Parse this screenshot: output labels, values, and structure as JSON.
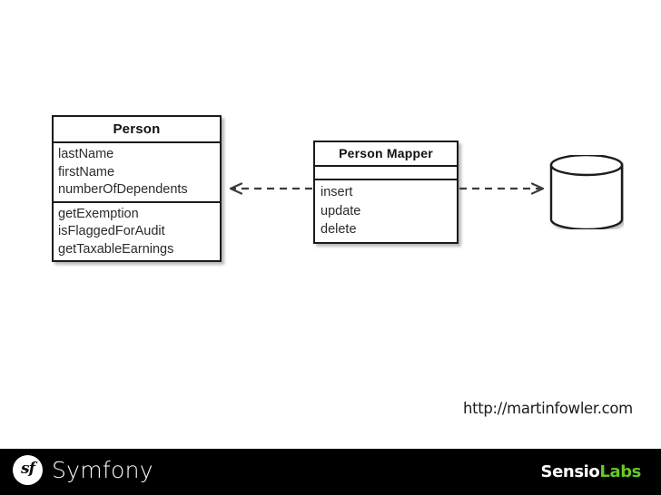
{
  "slide": {
    "background_color": "#ffffff",
    "source_url": "http://martinfowler.com"
  },
  "diagram": {
    "type": "uml-class-diagram",
    "classes": [
      {
        "name": "Person",
        "title": "Person",
        "attributes": [
          "lastName",
          "firstName",
          "numberOfDependents"
        ],
        "operations": [
          "getExemption",
          "isFlaggedForAudit",
          "getTaxableEarnings"
        ]
      },
      {
        "name": "Person Mapper",
        "title": "Person Mapper",
        "attributes": [],
        "operations": [
          "insert",
          "update",
          "delete"
        ]
      }
    ],
    "database": {
      "label": "database-cylinder",
      "shape": "cylinder"
    },
    "connectors": [
      {
        "name": "mapper-to-person-dependency",
        "style": "dashed",
        "direction": "left",
        "from": "Person Mapper",
        "to": "Person"
      },
      {
        "name": "mapper-to-database-dependency",
        "style": "dashed",
        "direction": "right",
        "from": "Person Mapper",
        "to": "database-cylinder"
      }
    ],
    "stroke_color": "#1a1a1a",
    "text_color": "#2b2b2b"
  },
  "footer": {
    "background_color": "#000000",
    "logo_glyph": "sf",
    "brand_name": "Symfony",
    "sensio_prefix": "Sensio",
    "sensio_suffix": "Labs",
    "sensio_accent_color": "#64c82c"
  }
}
